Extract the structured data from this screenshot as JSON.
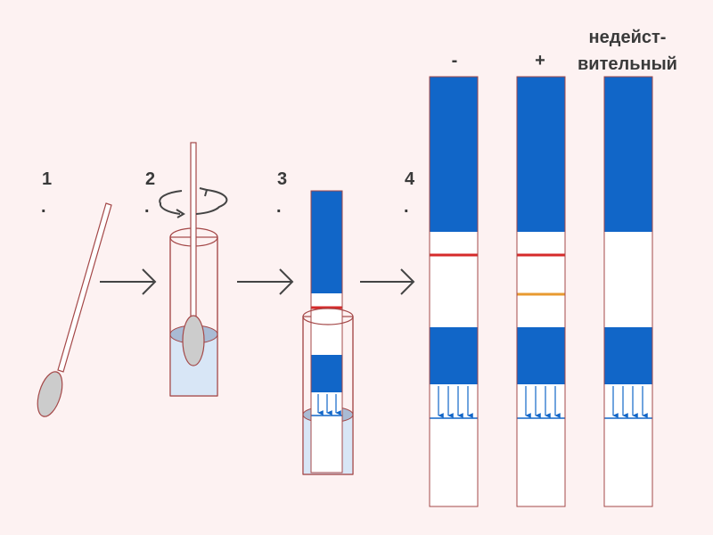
{
  "steps": [
    {
      "number": "1",
      "dot": "."
    },
    {
      "number": "2",
      "dot": "."
    },
    {
      "number": "3",
      "dot": "."
    },
    {
      "number": "4",
      "dot": "."
    }
  ],
  "results": [
    {
      "label": "-",
      "result": "negative",
      "control_line": true,
      "test_line": false
    },
    {
      "label": "+",
      "result": "positive",
      "control_line": true,
      "test_line": true
    },
    {
      "label_line1": "недейст-",
      "label_line2": "вительный",
      "result": "invalid",
      "control_line": false,
      "test_line": false
    }
  ],
  "colors": {
    "background": "#fdf2f2",
    "strip_blue": "#1166c8",
    "outline": "#a44848",
    "control_line": "#d62a2a",
    "test_line": "#e89a30",
    "liquid": "#d8e6f6",
    "liquid_surface": "#a9bbd4",
    "swab": "#cccccc",
    "arrow": "#444444"
  }
}
